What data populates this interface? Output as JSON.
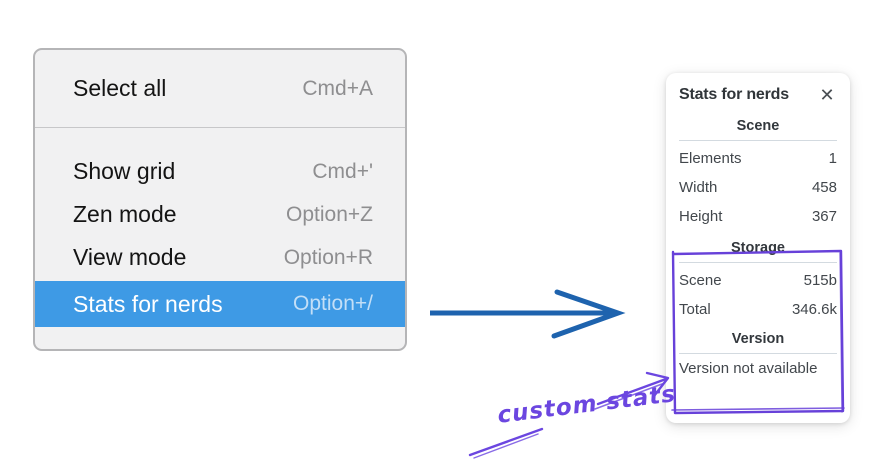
{
  "menu": {
    "items": [
      {
        "label": "Select all",
        "shortcut": "Cmd+A"
      },
      {
        "label": "Show grid",
        "shortcut": "Cmd+'"
      },
      {
        "label": "Zen mode",
        "shortcut": "Option+Z"
      },
      {
        "label": "View mode",
        "shortcut": "Option+R"
      },
      {
        "label": "Stats for nerds",
        "shortcut": "Option+/",
        "selected": true
      }
    ],
    "highlight_color": "#3e9ae5"
  },
  "stats_panel": {
    "title": "Stats for nerds",
    "close_icon": "✕",
    "sections": [
      {
        "heading": "Scene",
        "rows": [
          {
            "label": "Elements",
            "value": "1"
          },
          {
            "label": "Width",
            "value": "458"
          },
          {
            "label": "Height",
            "value": "367"
          }
        ]
      },
      {
        "heading": "Storage",
        "rows": [
          {
            "label": "Scene",
            "value": "515b"
          },
          {
            "label": "Total",
            "value": "346.6k"
          }
        ]
      },
      {
        "heading": "Version",
        "note": "Version not available"
      }
    ]
  },
  "annotation": {
    "label": "custom stats",
    "color": "#6b46e0"
  },
  "colors": {
    "flow_arrow": "#1e63ae",
    "annotation_purple": "#6741d9",
    "menu_highlight": "#3e9ae5"
  }
}
